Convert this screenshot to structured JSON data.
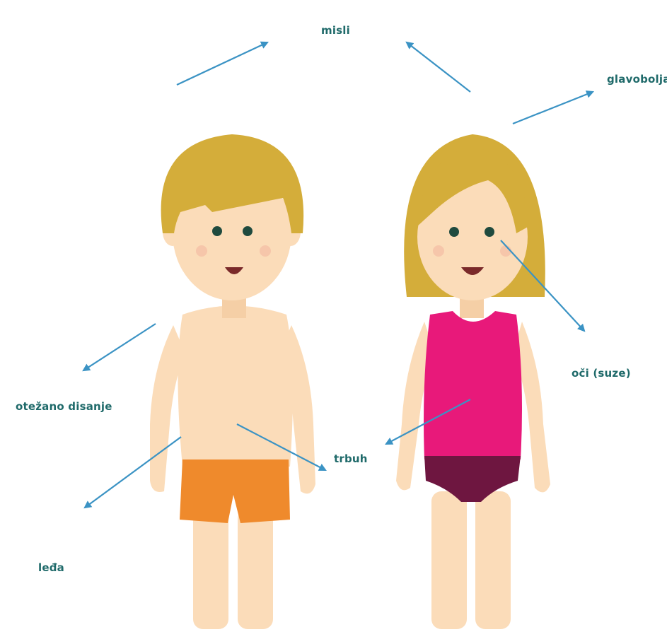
{
  "labels": {
    "thoughts": "misli",
    "headache": "glavobolja",
    "eyes": "oči (suze)",
    "breathing": "otežano disanje",
    "stomach": "trbuh",
    "back": "leđa"
  },
  "colors": {
    "arrow": "#3b93c4",
    "label_text": "#1f6a6a",
    "skin": "#fbdcb9",
    "hair": "#d4ad3a",
    "boy_shorts": "#ef8a2c",
    "girl_top": "#e8197a",
    "girl_briefs": "#6e1640"
  }
}
